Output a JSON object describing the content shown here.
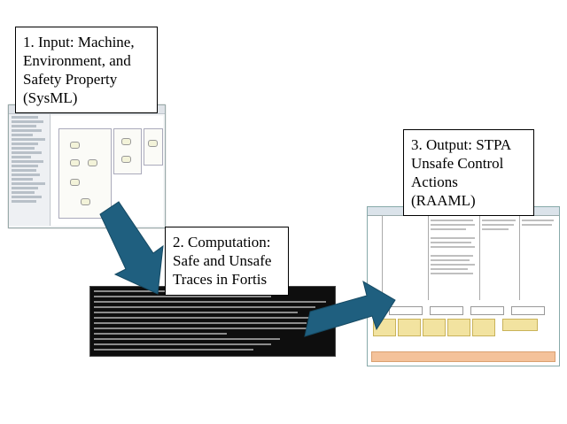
{
  "callouts": {
    "input": {
      "line1": "1. Input: Machine,",
      "line2": "Environment, and",
      "line3": "Safety Property",
      "line4": "(SysML)"
    },
    "computation": {
      "line1": "2. Computation:",
      "line2": "Safe and Unsafe",
      "line3": "Traces in Fortis"
    },
    "output": {
      "line1": "3. Output: STPA",
      "line2": "Unsafe Control",
      "line3": "Actions",
      "line4": "(RAAML)"
    }
  },
  "colors": {
    "arrow": "#1f5f7f",
    "terminal_bg": "#0e0e0e",
    "box_border": "#000000"
  },
  "icons": {
    "arrow1": "down-arrow",
    "arrow2": "up-right-arrow"
  }
}
